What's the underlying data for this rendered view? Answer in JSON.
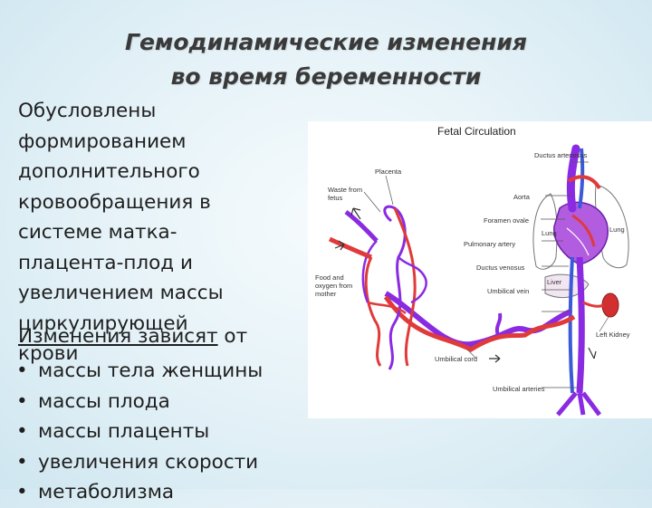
{
  "slide": {
    "title_lines": [
      "Гемодинамические изменения",
      "во время беременности"
    ],
    "paragraph_lines": [
      "Обусловлены",
      "формированием",
      "дополнительного",
      "кровообращения в",
      "системе матка-",
      "плацента-плод и",
      "увеличением массы",
      "циркулирующей",
      "крови"
    ],
    "changes_heading_underlined": "Изменения зависят",
    "changes_heading_rest": " от",
    "bullets": [
      "массы тела женщины",
      "массы плода",
      "массы плаценты",
      "увеличения скорости",
      "метаболизма"
    ]
  },
  "figure": {
    "title": "Fetal Circulation",
    "labels": {
      "ductus_arteriosus": "Ductus arteriosus",
      "placenta": "Placenta",
      "waste_line1": "Waste from",
      "waste_line2": "fetus",
      "aorta": "Aorta",
      "foramen_ovale": "Foramen ovale",
      "pulmonary_artery": "Pulmonary artery",
      "lung_right": "Lung",
      "lung_left": "Lung",
      "ductus_venosus": "Ductus venosus",
      "liver": "Liver",
      "food_line1": "Food and",
      "food_line2": "oxygen from",
      "food_line3": "mother",
      "umbilical_vein": "Umbilical vein",
      "left_kidney": "Left Kidney",
      "umbilical_cord": "Umbilical cord",
      "umbilical_arteries": "Umbilical arteries"
    }
  },
  "colors": {
    "title_text": "#3a3a3a",
    "body_text": "#1f1f1f",
    "artery_red": "#e03a3a",
    "vein_purple": "#8a2be2",
    "vessel_blue": "#3a5ad8"
  }
}
